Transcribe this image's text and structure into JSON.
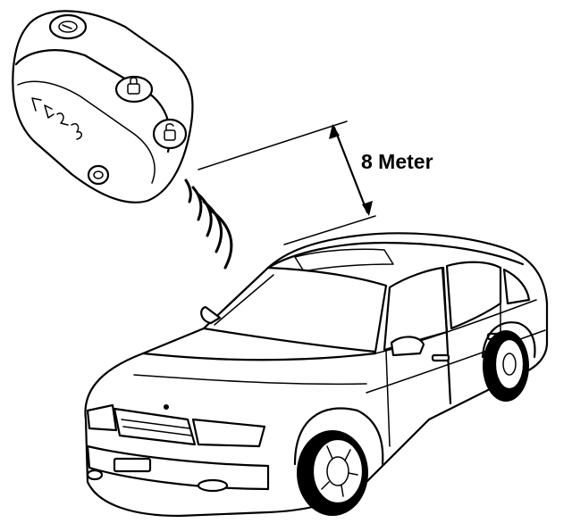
{
  "diagram": {
    "distance_label": "8 Meter",
    "ink_color": "#000000",
    "background_color": "#ffffff",
    "components": [
      "remote-key-fob",
      "signal-waves",
      "distance-dimension",
      "sedan-car"
    ]
  }
}
